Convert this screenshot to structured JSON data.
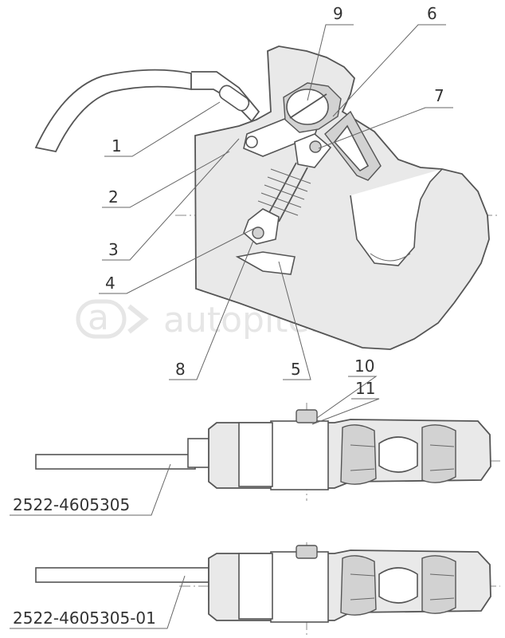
{
  "callouts": {
    "c1": "1",
    "c2": "2",
    "c3": "3",
    "c4": "4",
    "c5": "5",
    "c6": "6",
    "c7": "7",
    "c8": "8",
    "c9": "9",
    "c10": "10",
    "c11": "11"
  },
  "part_numbers": {
    "top_view": "2522-4605305",
    "bottom_view": "2522-4605305-01"
  },
  "watermark": "autopiter.ru",
  "colors": {
    "line": "#555555",
    "fill": "#e9e9e9",
    "watermark": "#e6e6e6"
  }
}
